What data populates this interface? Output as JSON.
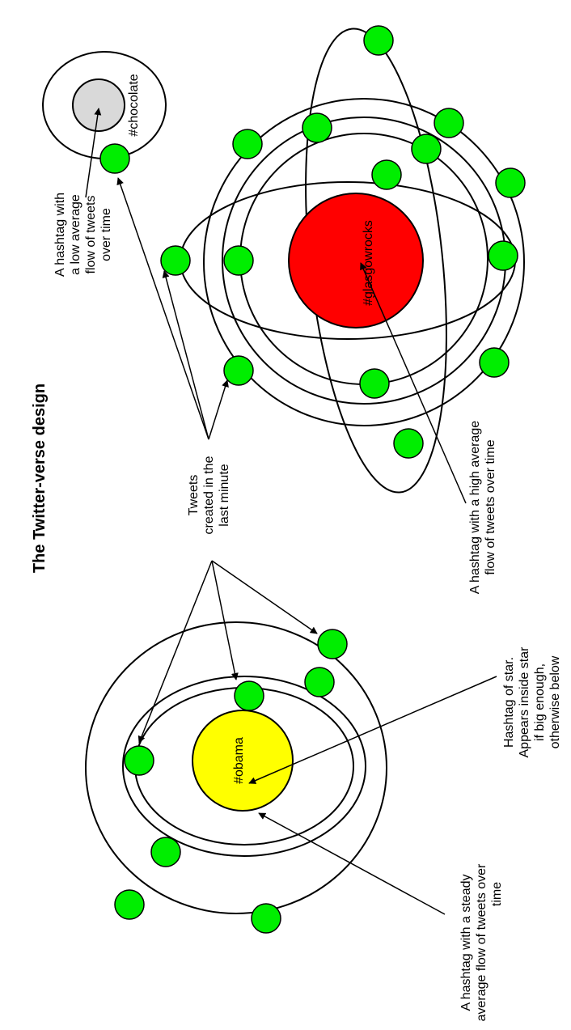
{
  "title": "The Twitter-verse design",
  "colors": {
    "tweet": "#00ee00",
    "star_obama": "#ffff00",
    "star_glasgow": "#ff0000",
    "star_chocolate": "#d9d9d9",
    "stroke": "#000000"
  },
  "hashtags": {
    "obama": "#obama",
    "glasgow": "#glasgowrocks",
    "chocolate": "#chocolate"
  },
  "annotations": {
    "tweets_line1": "Tweets",
    "tweets_line2": "created in the",
    "tweets_line3": "last minute",
    "low_line1": "A hashtag with",
    "low_line2": "a low average",
    "low_line3": "flow of tweets",
    "low_line4": "over time",
    "high_line1": "A hashtag with a high average",
    "high_line2": "flow of tweets over time",
    "steady_line1": "A hashtag with a steady",
    "steady_line2": "average flow of tweets over",
    "steady_line3": "time",
    "star_line1": "Hashtag of star.",
    "star_line2": "Appears inside star",
    "star_line3": "if big enough,",
    "star_line4": "otherwise below"
  },
  "icons": {
    "tweet": "green-circle",
    "star": "filled-circle"
  }
}
